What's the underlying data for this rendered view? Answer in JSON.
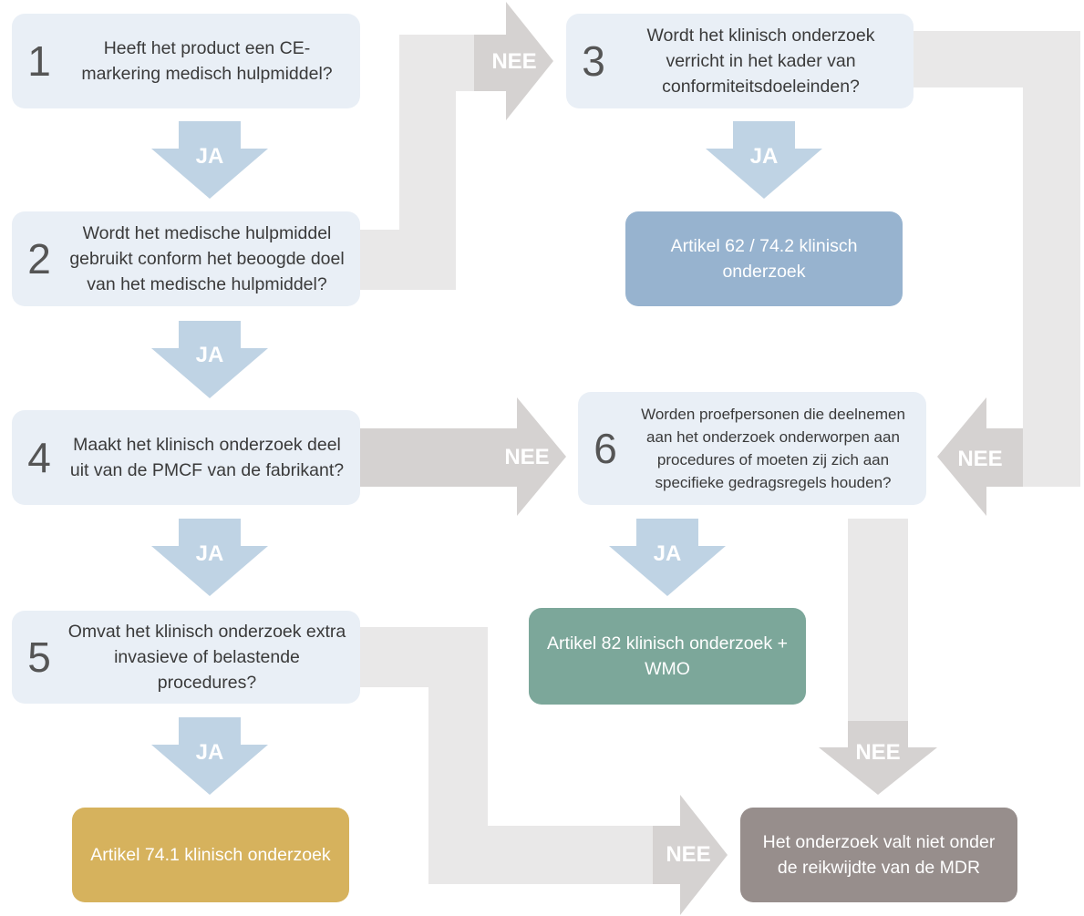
{
  "colors": {
    "question_bg": "#e9eff6",
    "ja_arrow": "#bfd3e4",
    "nee_arrow": "#d5d2d1",
    "connector": "#e9e8e8",
    "result_62": "#97b3cf",
    "result_82": "#7ca79a",
    "result_741": "#d6b25d",
    "result_none": "#978e8c"
  },
  "questions": [
    {
      "num": "1",
      "text": "Heeft het product een CE-markering medisch hulpmiddel?"
    },
    {
      "num": "2",
      "text": "Wordt het medische hulpmiddel gebruikt conform het beoogde doel van het medische hulpmiddel?"
    },
    {
      "num": "3",
      "text": "Wordt het klinisch onderzoek verricht in het kader van conformiteitsdoeleinden?"
    },
    {
      "num": "4",
      "text": "Maakt het klinisch onderzoek deel uit van de PMCF van de fabrikant?"
    },
    {
      "num": "5",
      "text": "Omvat het klinisch onderzoek extra invasieve of belastende procedures?"
    },
    {
      "num": "6",
      "text": "Worden proefpersonen die deelnemen aan het onderzoek onderworpen aan procedures of moeten zij zich aan specifieke gedragsregels houden?"
    }
  ],
  "results": {
    "art62": "Artikel 62 / 74.2 klinisch onderzoek",
    "art82": "Artikel 82 klinisch onderzoek + WMO",
    "art741": "Artikel 74.1 klinisch onderzoek",
    "none": "Het onderzoek valt niet onder de reikwijdte van de MDR"
  },
  "labels": {
    "ja": "JA",
    "nee": "NEE"
  }
}
